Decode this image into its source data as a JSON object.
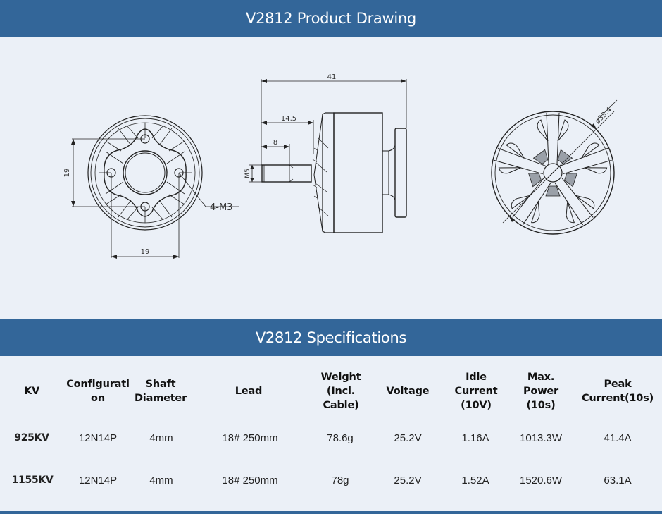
{
  "sections": {
    "drawing_title": "V2812 Product Drawing",
    "specs_title": "V2812 Specifications"
  },
  "drawing": {
    "bottom_view": {
      "dim_vertical": "19",
      "dim_horizontal": "19",
      "hole_callout": "4-M3"
    },
    "side_view": {
      "dim_total_length": "41",
      "dim_shaft_to_bell": "14.5",
      "dim_thread_length": "8",
      "dim_thread": "M5"
    },
    "top_view": {
      "dim_diameter": "ø33.4"
    }
  },
  "specs": {
    "headers": [
      {
        "key": "kv",
        "label": "KV"
      },
      {
        "key": "configuration",
        "label": "Configurati\non"
      },
      {
        "key": "shaft_diameter",
        "label": "Shaft\nDiameter"
      },
      {
        "key": "lead",
        "label": "Lead"
      },
      {
        "key": "weight",
        "label": "Weight\n(Incl.\nCable)"
      },
      {
        "key": "voltage",
        "label": "Voltage"
      },
      {
        "key": "idle_current",
        "label": "Idle\nCurrent\n(10V)"
      },
      {
        "key": "max_power",
        "label": "Max.\nPower\n(10s)"
      },
      {
        "key": "peak_current",
        "label": "Peak\nCurrent(10s)"
      }
    ],
    "rows": [
      {
        "kv": "925KV",
        "configuration": "12N14P",
        "shaft_diameter": "4mm",
        "lead": "18# 250mm",
        "weight": "78.6g",
        "voltage": "25.2V",
        "idle_current": "1.16A",
        "max_power": "1013.3W",
        "peak_current": "41.4A"
      },
      {
        "kv": "1155KV",
        "configuration": "12N14P",
        "shaft_diameter": "4mm",
        "lead": "18# 250mm",
        "weight": "78g",
        "voltage": "25.2V",
        "idle_current": "1.52A",
        "max_power": "1520.6W",
        "peak_current": "63.1A"
      }
    ]
  },
  "colors": {
    "banner": "#336699",
    "background": "#ebf0f7",
    "banner_text": "#ffffff"
  }
}
